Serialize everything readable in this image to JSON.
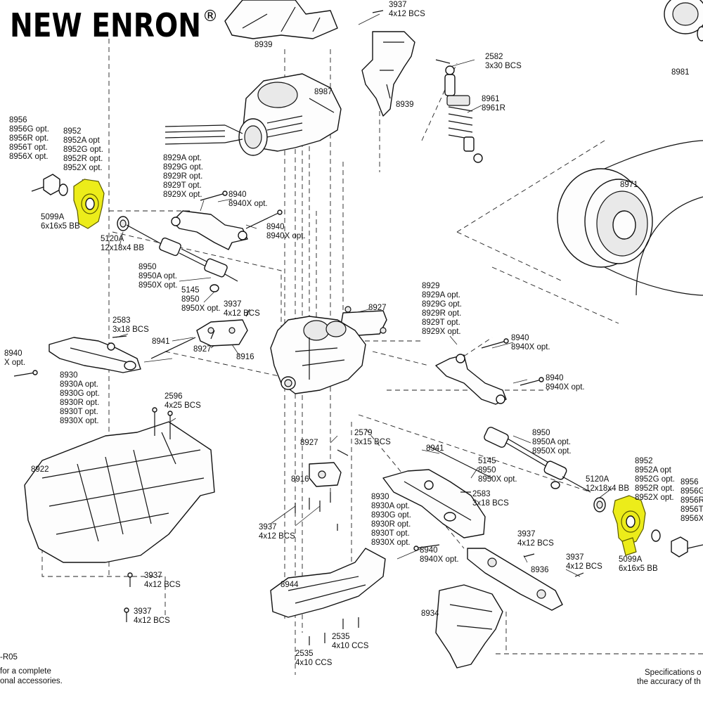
{
  "brand": {
    "name": "NEW ENRON",
    "mark": "®"
  },
  "labels": [
    "3937\n4x12 BCS",
    "8939",
    "2582\n3x30 BCS",
    "8981",
    "8987",
    "8939",
    "8961\n8961R",
    "8956\n8956G opt.\n8956R opt.\n8956T opt.\n8956X opt.",
    "8952\n8952A opt\n8952G opt.\n8952R opt.\n8952X opt.",
    "8929A opt.\n8929G opt.\n8929R opt.\n8929T opt.\n8929X opt.",
    "8940\n8940X opt.",
    "8971",
    "5099A\n6x16x5 BB",
    "5120A\n12x18x4 BB",
    "8940\n8940X opt.",
    "8950\n8950A opt.\n8950X opt.",
    "8929\n8929A opt.\n8929G opt.\n8929R opt.\n8929T opt.\n8929X opt.",
    "5145\n8950\n8950X opt.",
    "3937\n4x12 BCS",
    "8927",
    "2583\n3x18 BCS",
    "8941",
    "8927",
    "8916",
    "8940\nX opt.",
    "8940\n8940X opt.",
    "8930\n8930A opt.\n8930G opt.\n8930R opt.\n8930T opt.\n8930X opt.",
    "8940\n8940X opt.",
    "2596\n4x25 BCS",
    "2579\n3x15 BCS",
    "8950\n8950A opt.\n8950X opt.",
    "8927",
    "8941",
    "8922",
    "8952\n8952A opt\n8952G opt.\n8952R opt.\n8952X opt.",
    "8956\n8956G\n8956R\n8956T\n8956X",
    "5145\n8950\n8950X opt.",
    "5120A\n12x18x4 BB",
    "8916",
    "2583\n3x18 BCS",
    "8930\n8930A opt.\n8930G opt.\n8930R opt.\n8930T opt.\n8930X opt.",
    "3937\n4x12 BCS",
    "3937\n4x12 BCS",
    "8940\n8940X opt.",
    "5099A\n6x16x5 BB",
    "8936",
    "3937\n4x12 BCS",
    "3937\n4x12 BCS",
    "8944",
    "3937\n4x12 BCS",
    "8934",
    "2535\n4x10 CCS",
    "2535\n4x10 CCS"
  ],
  "footer": {
    "left": [
      "-R05",
      "for a complete",
      "onal accessories."
    ],
    "right": [
      "Specifications o",
      "the accuracy of th"
    ]
  }
}
